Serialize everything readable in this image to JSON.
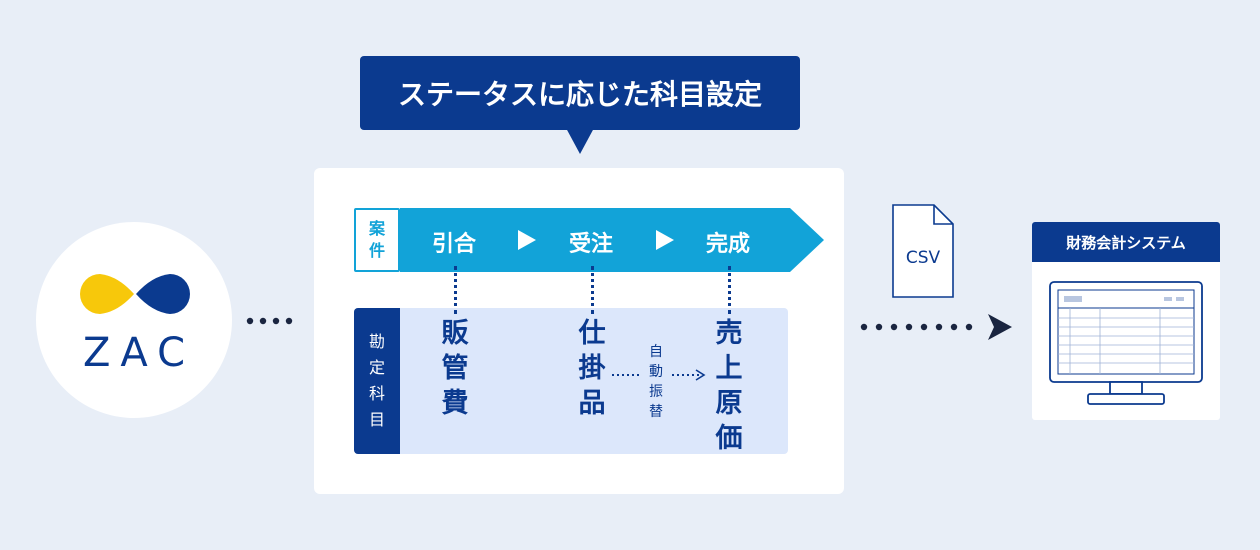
{
  "logo": {
    "text": "ZAC",
    "colors": {
      "yellow": "#f7c80b",
      "navy": "#0b3a8f"
    }
  },
  "callout": {
    "text": "ステータスに応じた科目設定"
  },
  "case": {
    "label_chars": [
      "案",
      "件"
    ],
    "stages": [
      "引合",
      "受注",
      "完成"
    ]
  },
  "accounts": {
    "label_chars": [
      "勘",
      "定",
      "科",
      "目"
    ],
    "items": [
      {
        "chars": [
          "販",
          "管",
          "費"
        ]
      },
      {
        "chars": [
          "仕",
          "掛",
          "品"
        ]
      },
      {
        "chars": [
          "売",
          "上",
          "原",
          "価"
        ]
      }
    ],
    "auto_transfer_chars": [
      "自",
      "動",
      "振",
      "替"
    ]
  },
  "file": {
    "label": "CSV",
    "icon": "file-icon"
  },
  "system": {
    "title": "財務会計システム",
    "icon": "monitor-spreadsheet-icon"
  },
  "colors": {
    "background": "#e8eef7",
    "navy": "#0b3a8f",
    "cyan": "#12a3d8",
    "light_blue": "#dce7fb"
  }
}
